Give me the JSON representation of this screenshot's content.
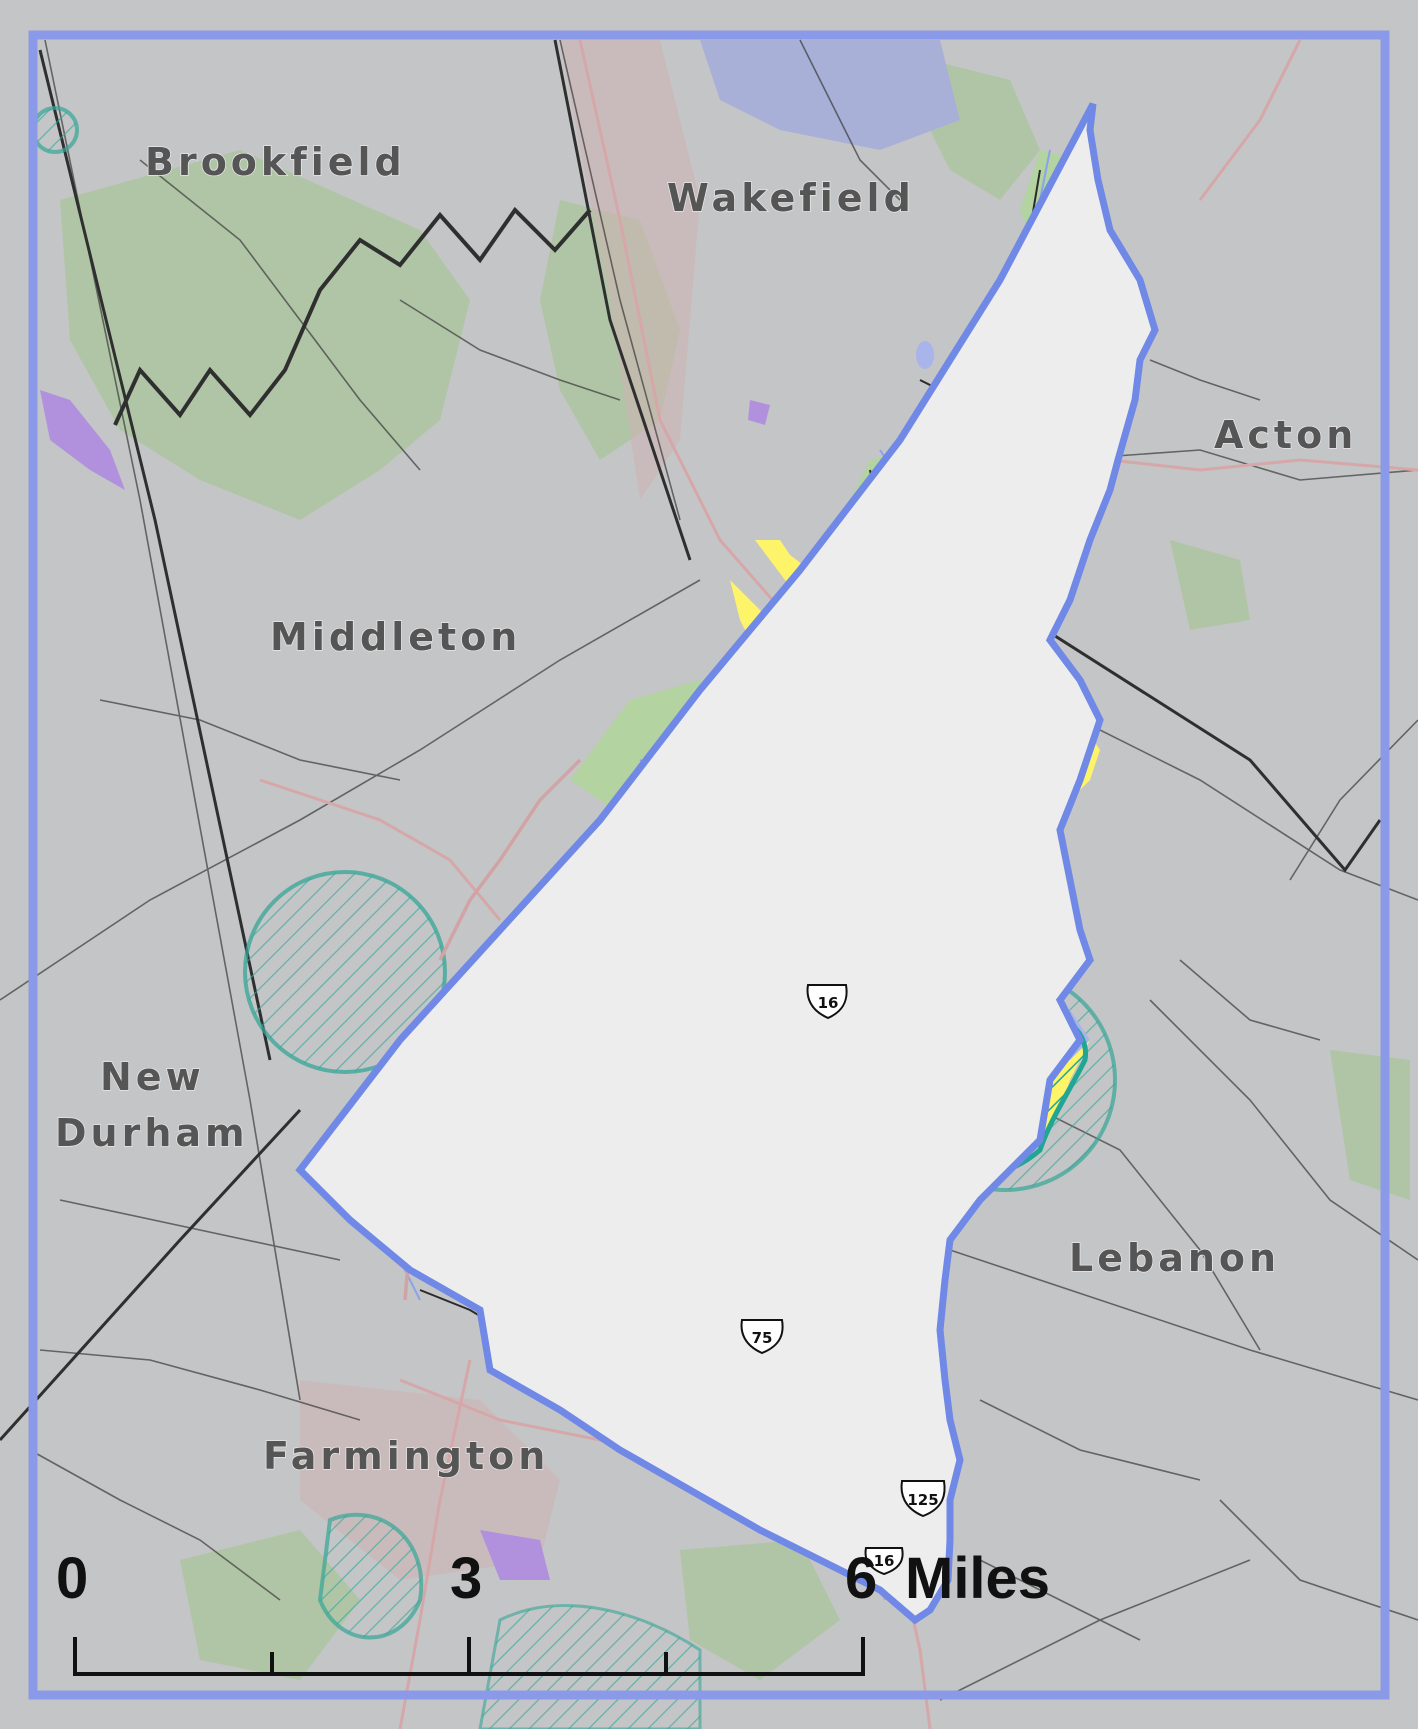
{
  "map": {
    "towns": {
      "brookfield": "Brookfield",
      "wakefield": "Wakefield",
      "acton": "Acton",
      "middleton": "Middleton",
      "new_durham_1": "New",
      "new_durham_2": "Durham",
      "lebanon": "Lebanon",
      "farmington": "Farmington"
    },
    "routes": {
      "r16_north": "16",
      "r75": "75",
      "r125": "125",
      "r16_south": "16"
    },
    "scale_bar": {
      "label_0": "0",
      "label_3": "3",
      "label_6": "6",
      "unit": "Miles"
    },
    "colors": {
      "background": "#c4c5c6",
      "study_area": "#ededee",
      "forest": "#b3d3a1",
      "yellow_zone": "#fdf46a",
      "water": "#a9b4ea",
      "teal_circle": "#21a694",
      "purple": "#b98be8",
      "boundary": "#7088e6",
      "frame": "#8b9ae8",
      "roads_major": "#d2a3a5",
      "roads_minor": "#333333"
    }
  }
}
